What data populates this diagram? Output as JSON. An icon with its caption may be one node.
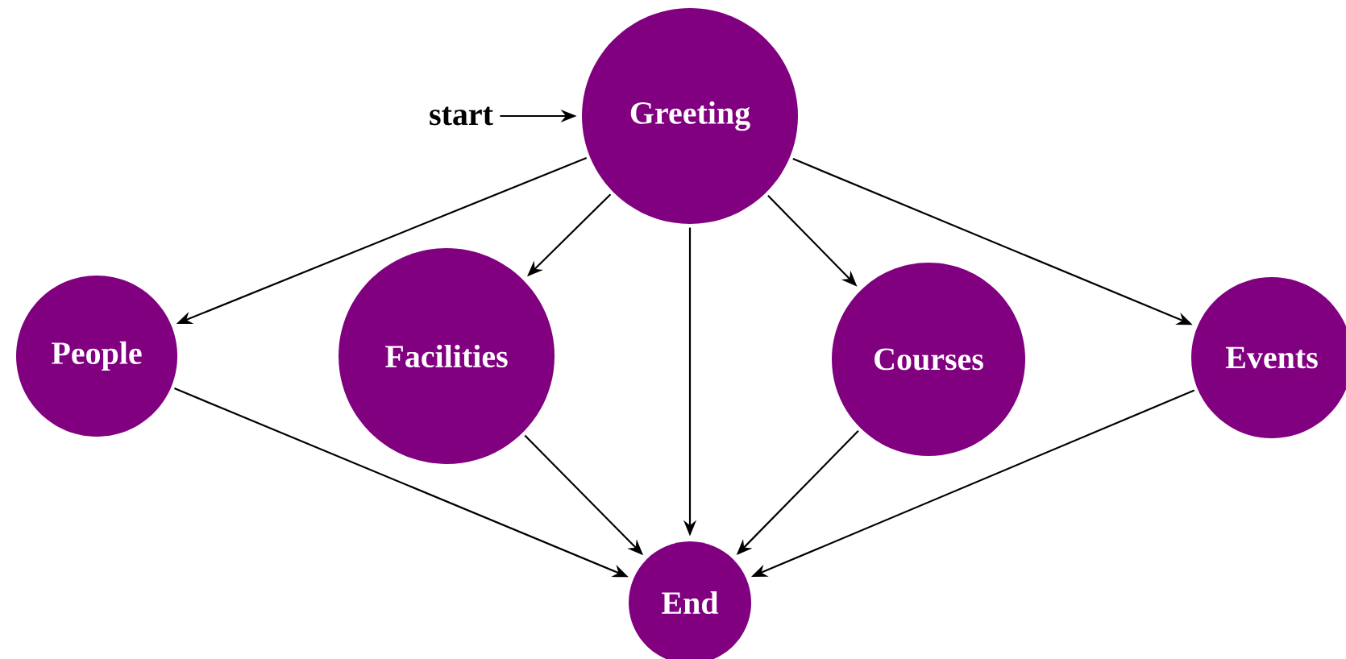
{
  "diagram": {
    "nodes": [
      {
        "text": [
          "start"
        ]
      },
      {
        "text": [
          "Greeting"
        ]
      },
      {
        "text": [
          "People"
        ]
      },
      {
        "text": [
          "Facilities"
        ]
      },
      {
        "text": [
          "Courses"
        ]
      },
      {
        "text": [
          "Events"
        ]
      },
      {
        "text": [
          "End"
        ]
      }
    ],
    "edges": [
      {
        "from": 0,
        "to": 1,
        "arrow": "to"
      },
      {
        "from": 1,
        "to": 2,
        "arrow": "to"
      },
      {
        "from": 1,
        "to": 3,
        "arrow": "to"
      },
      {
        "from": 1,
        "to": 6,
        "arrow": "to"
      },
      {
        "from": 1,
        "to": 4,
        "arrow": "to"
      },
      {
        "from": 1,
        "to": 5,
        "arrow": "to"
      },
      {
        "from": 2,
        "to": 6,
        "arrow": "to"
      },
      {
        "from": 3,
        "to": 6,
        "arrow": "to"
      },
      {
        "from": 4,
        "to": 6,
        "arrow": "to"
      },
      {
        "from": 5,
        "to": 6,
        "arrow": "to"
      }
    ]
  }
}
